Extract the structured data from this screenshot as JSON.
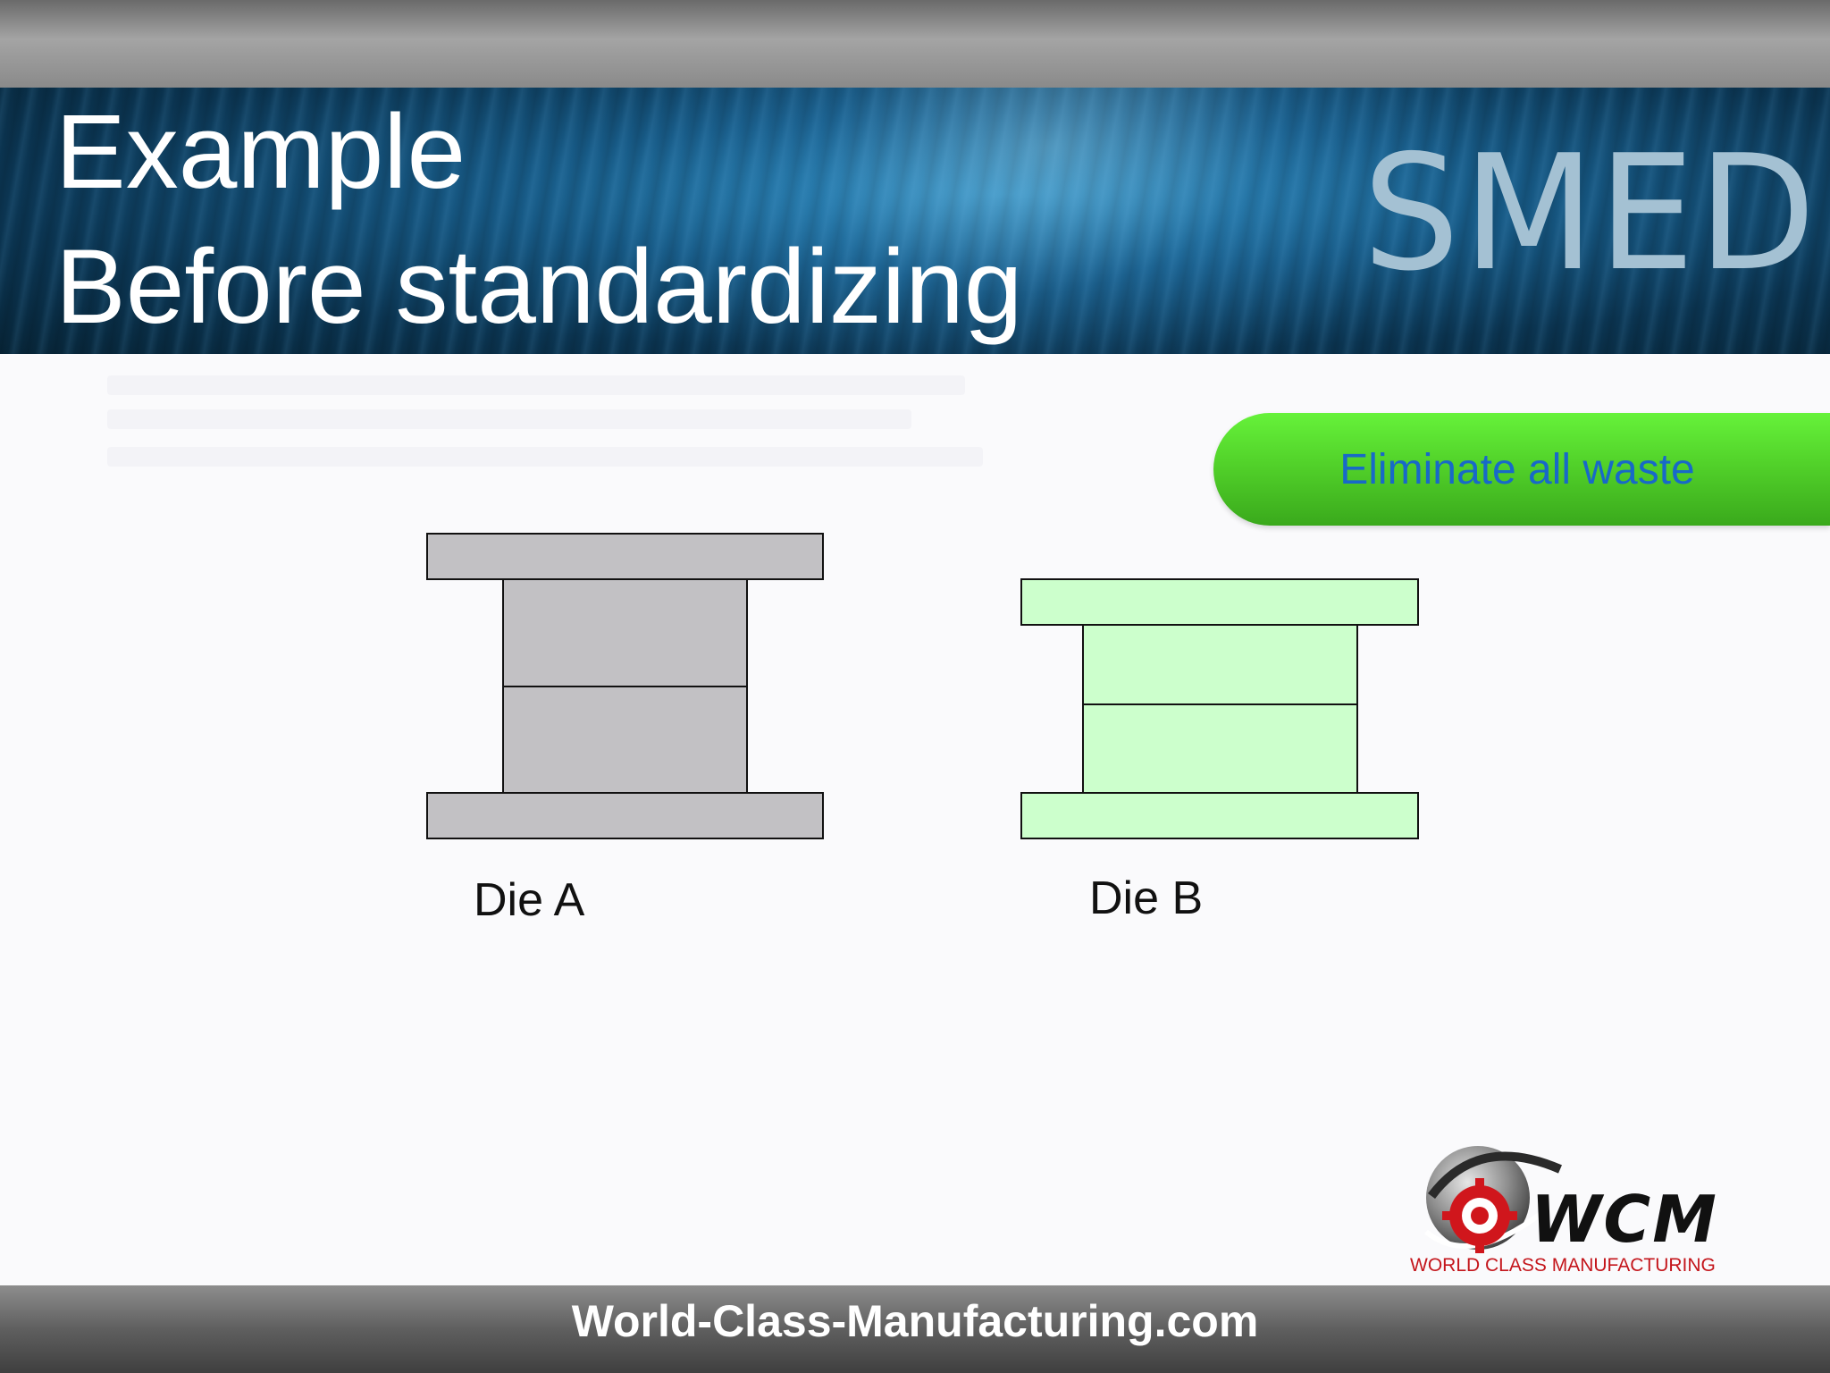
{
  "header": {
    "title_line_1": "Example",
    "title_line_2": "Before standardizing",
    "topic": "SMED"
  },
  "callout": {
    "label": "Eliminate all waste",
    "background": "#52d22a",
    "text_color": "#1869c8"
  },
  "dies": [
    {
      "label": "Die A",
      "fill": "#c2c1c4"
    },
    {
      "label": "Die B",
      "fill": "#ccffcc"
    }
  ],
  "logo": {
    "wordmark": "WCM",
    "subtitle": "WORLD CLASS MANUFACTURING",
    "icon": "gear-globe-icon"
  },
  "footer": {
    "site": "World-Class-Manufacturing.com"
  }
}
